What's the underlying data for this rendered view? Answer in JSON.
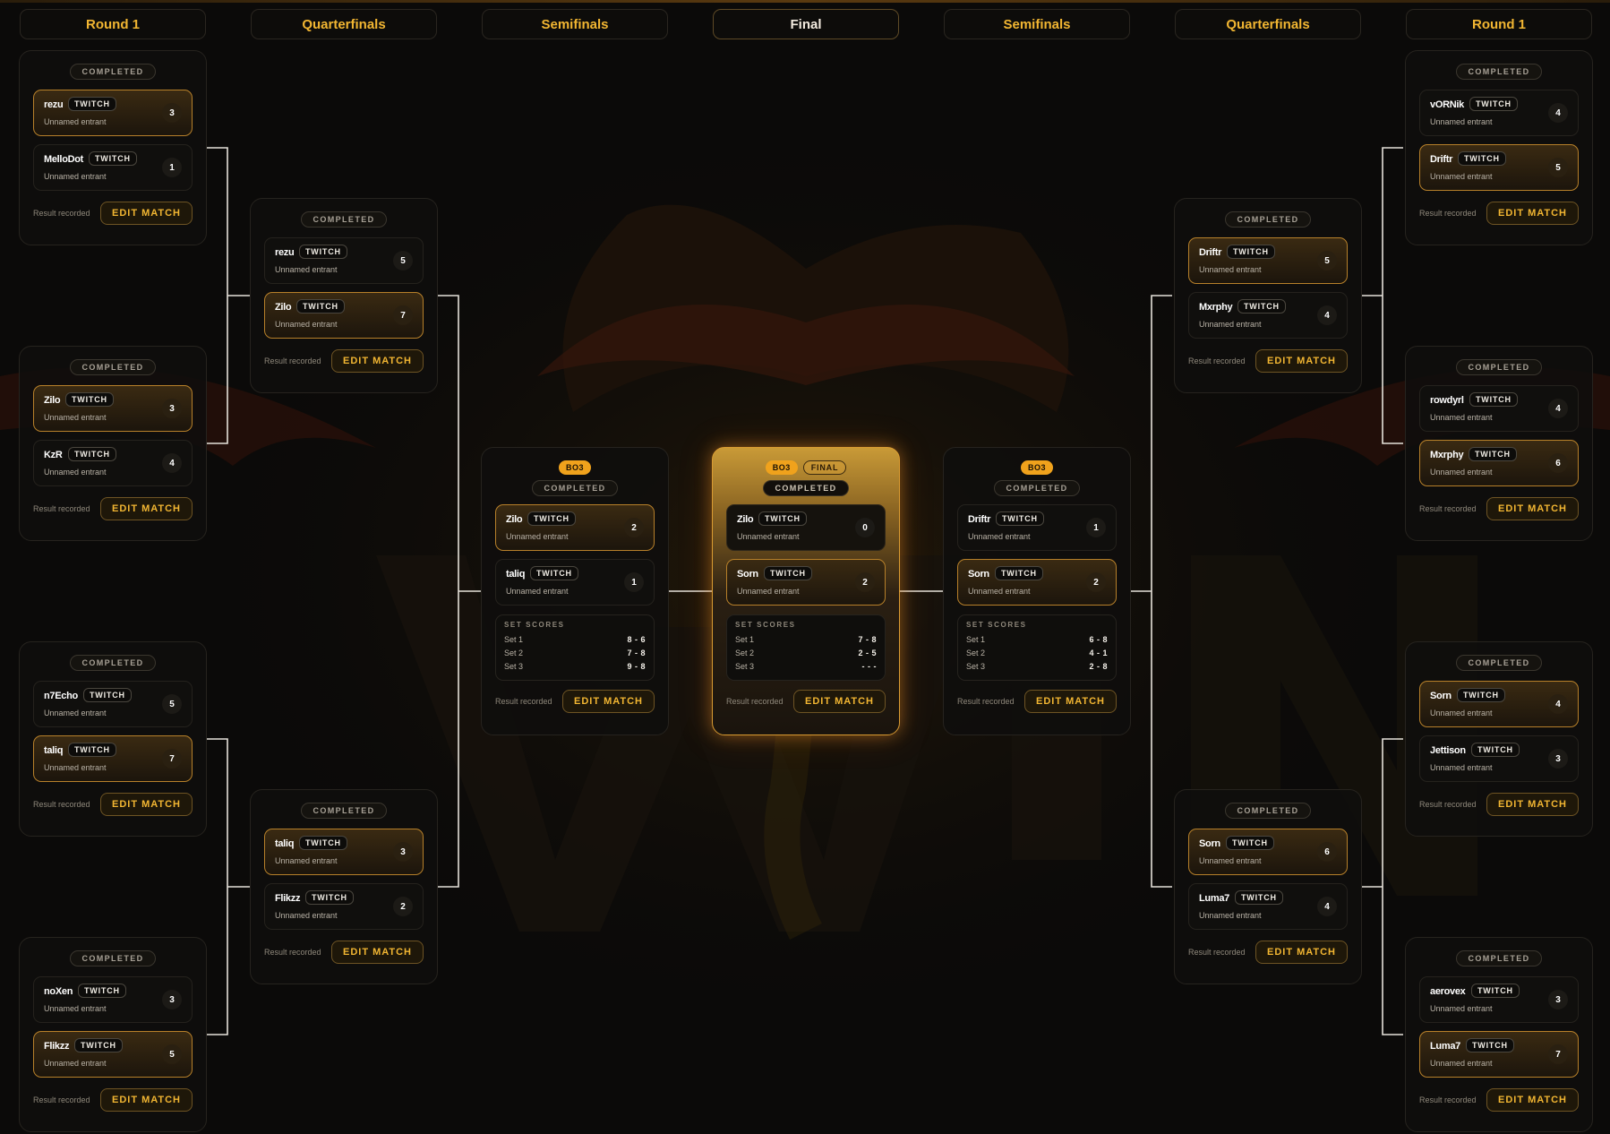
{
  "columns": [
    {
      "label": "Round 1"
    },
    {
      "label": "Quarterfinals"
    },
    {
      "label": "Semifinals"
    },
    {
      "label": "Final"
    },
    {
      "label": "Semifinals"
    },
    {
      "label": "Quarterfinals"
    },
    {
      "label": "Round 1"
    }
  ],
  "labels": {
    "status": "COMPLETED",
    "platform": "TWITCH",
    "entrant_sub": "Unnamed entrant",
    "result": "Result recorded",
    "edit_button": "EDIT MATCH",
    "format": "BO3",
    "final_badge": "FINAL",
    "set_scores_title": "SET SCORES"
  },
  "matches": [
    {
      "id": "r1l1",
      "entrants": [
        {
          "name": "rezu",
          "score": "3",
          "winner": true
        },
        {
          "name": "MelloDot",
          "score": "1",
          "winner": false
        }
      ]
    },
    {
      "id": "r1l2",
      "entrants": [
        {
          "name": "Zilo",
          "score": "3",
          "winner": true
        },
        {
          "name": "KzR",
          "score": "4",
          "winner": false
        }
      ]
    },
    {
      "id": "r1l3",
      "entrants": [
        {
          "name": "n7Echo",
          "score": "5",
          "winner": false
        },
        {
          "name": "taliq",
          "score": "7",
          "winner": true
        }
      ]
    },
    {
      "id": "r1l4",
      "entrants": [
        {
          "name": "noXen",
          "score": "3",
          "winner": false
        },
        {
          "name": "Flikzz",
          "score": "5",
          "winner": true
        }
      ]
    },
    {
      "id": "qfl1",
      "entrants": [
        {
          "name": "rezu",
          "score": "5",
          "winner": false
        },
        {
          "name": "Zilo",
          "score": "7",
          "winner": true
        }
      ]
    },
    {
      "id": "qfl2",
      "entrants": [
        {
          "name": "taliq",
          "score": "3",
          "winner": true
        },
        {
          "name": "Flikzz",
          "score": "2",
          "winner": false
        }
      ]
    },
    {
      "id": "sfl",
      "entrants": [
        {
          "name": "Zilo",
          "score": "2",
          "winner": true
        },
        {
          "name": "taliq",
          "score": "1",
          "winner": false
        }
      ],
      "sets": [
        {
          "label": "Set 1",
          "value": "8 - 6"
        },
        {
          "label": "Set 2",
          "value": "7 - 8"
        },
        {
          "label": "Set 3",
          "value": "9 - 8"
        }
      ]
    },
    {
      "id": "final",
      "entrants": [
        {
          "name": "Zilo",
          "score": "0",
          "winner": false
        },
        {
          "name": "Sorn",
          "score": "2",
          "winner": true
        }
      ],
      "sets": [
        {
          "label": "Set 1",
          "value": "7 - 8"
        },
        {
          "label": "Set 2",
          "value": "2 - 5"
        },
        {
          "label": "Set 3",
          "value": "- - -"
        }
      ]
    },
    {
      "id": "sfr",
      "entrants": [
        {
          "name": "Driftr",
          "score": "1",
          "winner": false
        },
        {
          "name": "Sorn",
          "score": "2",
          "winner": true
        }
      ],
      "sets": [
        {
          "label": "Set 1",
          "value": "6 - 8"
        },
        {
          "label": "Set 2",
          "value": "4 - 1"
        },
        {
          "label": "Set 3",
          "value": "2 - 8"
        }
      ]
    },
    {
      "id": "qfr1",
      "entrants": [
        {
          "name": "Driftr",
          "score": "5",
          "winner": true
        },
        {
          "name": "Mxrphy",
          "score": "4",
          "winner": false
        }
      ]
    },
    {
      "id": "qfr2",
      "entrants": [
        {
          "name": "Sorn",
          "score": "6",
          "winner": true
        },
        {
          "name": "Luma7",
          "score": "4",
          "winner": false
        }
      ]
    },
    {
      "id": "r1r1",
      "entrants": [
        {
          "name": "vORNik",
          "score": "4",
          "winner": false
        },
        {
          "name": "Driftr",
          "score": "5",
          "winner": true
        }
      ]
    },
    {
      "id": "r1r2",
      "entrants": [
        {
          "name": "rowdyrl",
          "score": "4",
          "winner": false
        },
        {
          "name": "Mxrphy",
          "score": "6",
          "winner": true
        }
      ]
    },
    {
      "id": "r1r3",
      "entrants": [
        {
          "name": "Sorn",
          "score": "4",
          "winner": true
        },
        {
          "name": "Jettison",
          "score": "3",
          "winner": false
        }
      ]
    },
    {
      "id": "r1r4",
      "entrants": [
        {
          "name": "aerovex",
          "score": "3",
          "winner": false
        },
        {
          "name": "Luma7",
          "score": "7",
          "winner": true
        }
      ]
    }
  ],
  "theme": {
    "accent": "#f2b632",
    "badge": "#f0a21c",
    "background": "#0b0a09"
  }
}
